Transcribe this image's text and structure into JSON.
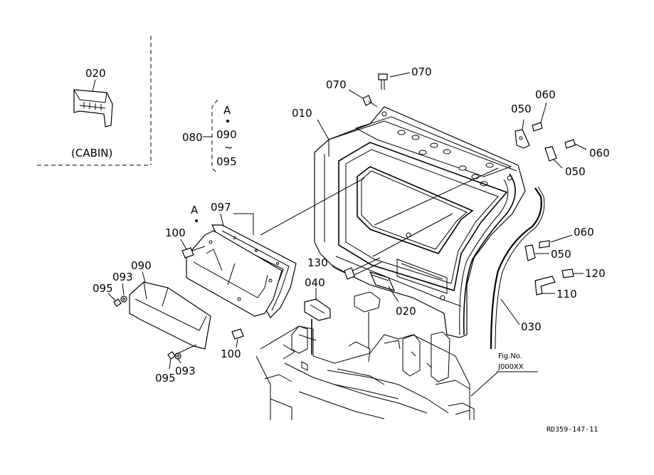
{
  "labels": {
    "p020_top": "020",
    "cabin": "(CABIN)",
    "a_top": "A",
    "p080": "080",
    "p090_range": "090",
    "tilde": "~",
    "p095_range": "095",
    "p010": "010",
    "p070_a": "070",
    "p070_b": "070",
    "p050_a": "050",
    "p060_a": "060",
    "p060_b": "060",
    "p050_b": "050",
    "p060_c": "060",
    "p050_c": "050",
    "p120": "120",
    "p110": "110",
    "p030": "030",
    "a_mid": "A",
    "p097": "097",
    "p100_a": "100",
    "p090": "090",
    "p093_a": "093",
    "p095_a": "095",
    "p130": "130",
    "p040": "040",
    "p020_b": "020",
    "p100_b": "100",
    "p095_b": "095",
    "p093_b": "093",
    "fig_no": "Fig.No.",
    "fig_code": "J000XX",
    "drawing_code": "RD359-147-11"
  }
}
